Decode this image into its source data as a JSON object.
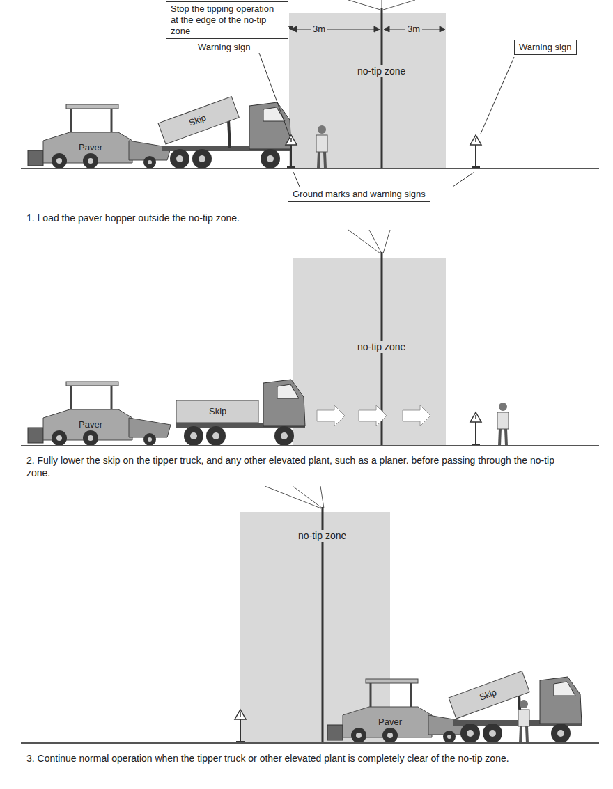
{
  "diagram": {
    "nodes": [
      {
        "text": [
          "Stop the tipping operation at the edge of the no-tip zone"
        ]
      },
      {
        "text": [
          "no-tip zone"
        ]
      },
      {
        "text": [
          "Warning sign"
        ]
      },
      {
        "text": [
          "Ground marks and warning signs"
        ]
      },
      {
        "text": [
          "no-tip zone"
        ]
      },
      {
        "text": [
          "no-tip zone"
        ]
      }
    ],
    "labels": [
      "3m",
      "3m",
      "Warning sign",
      "Skip",
      "Paver",
      "1. Load the paver hopper outside the no-tip zone.",
      "Skip",
      "Paver",
      "2. Fully lower the skip on the tipper truck, and any other elevated plant, such as a planer. before passing through the no-tip zone.",
      "Paver",
      "Skip",
      "3. Continue normal operation when the tipper truck or other elevated plant is completely clear of the no-tip zone."
    ]
  }
}
